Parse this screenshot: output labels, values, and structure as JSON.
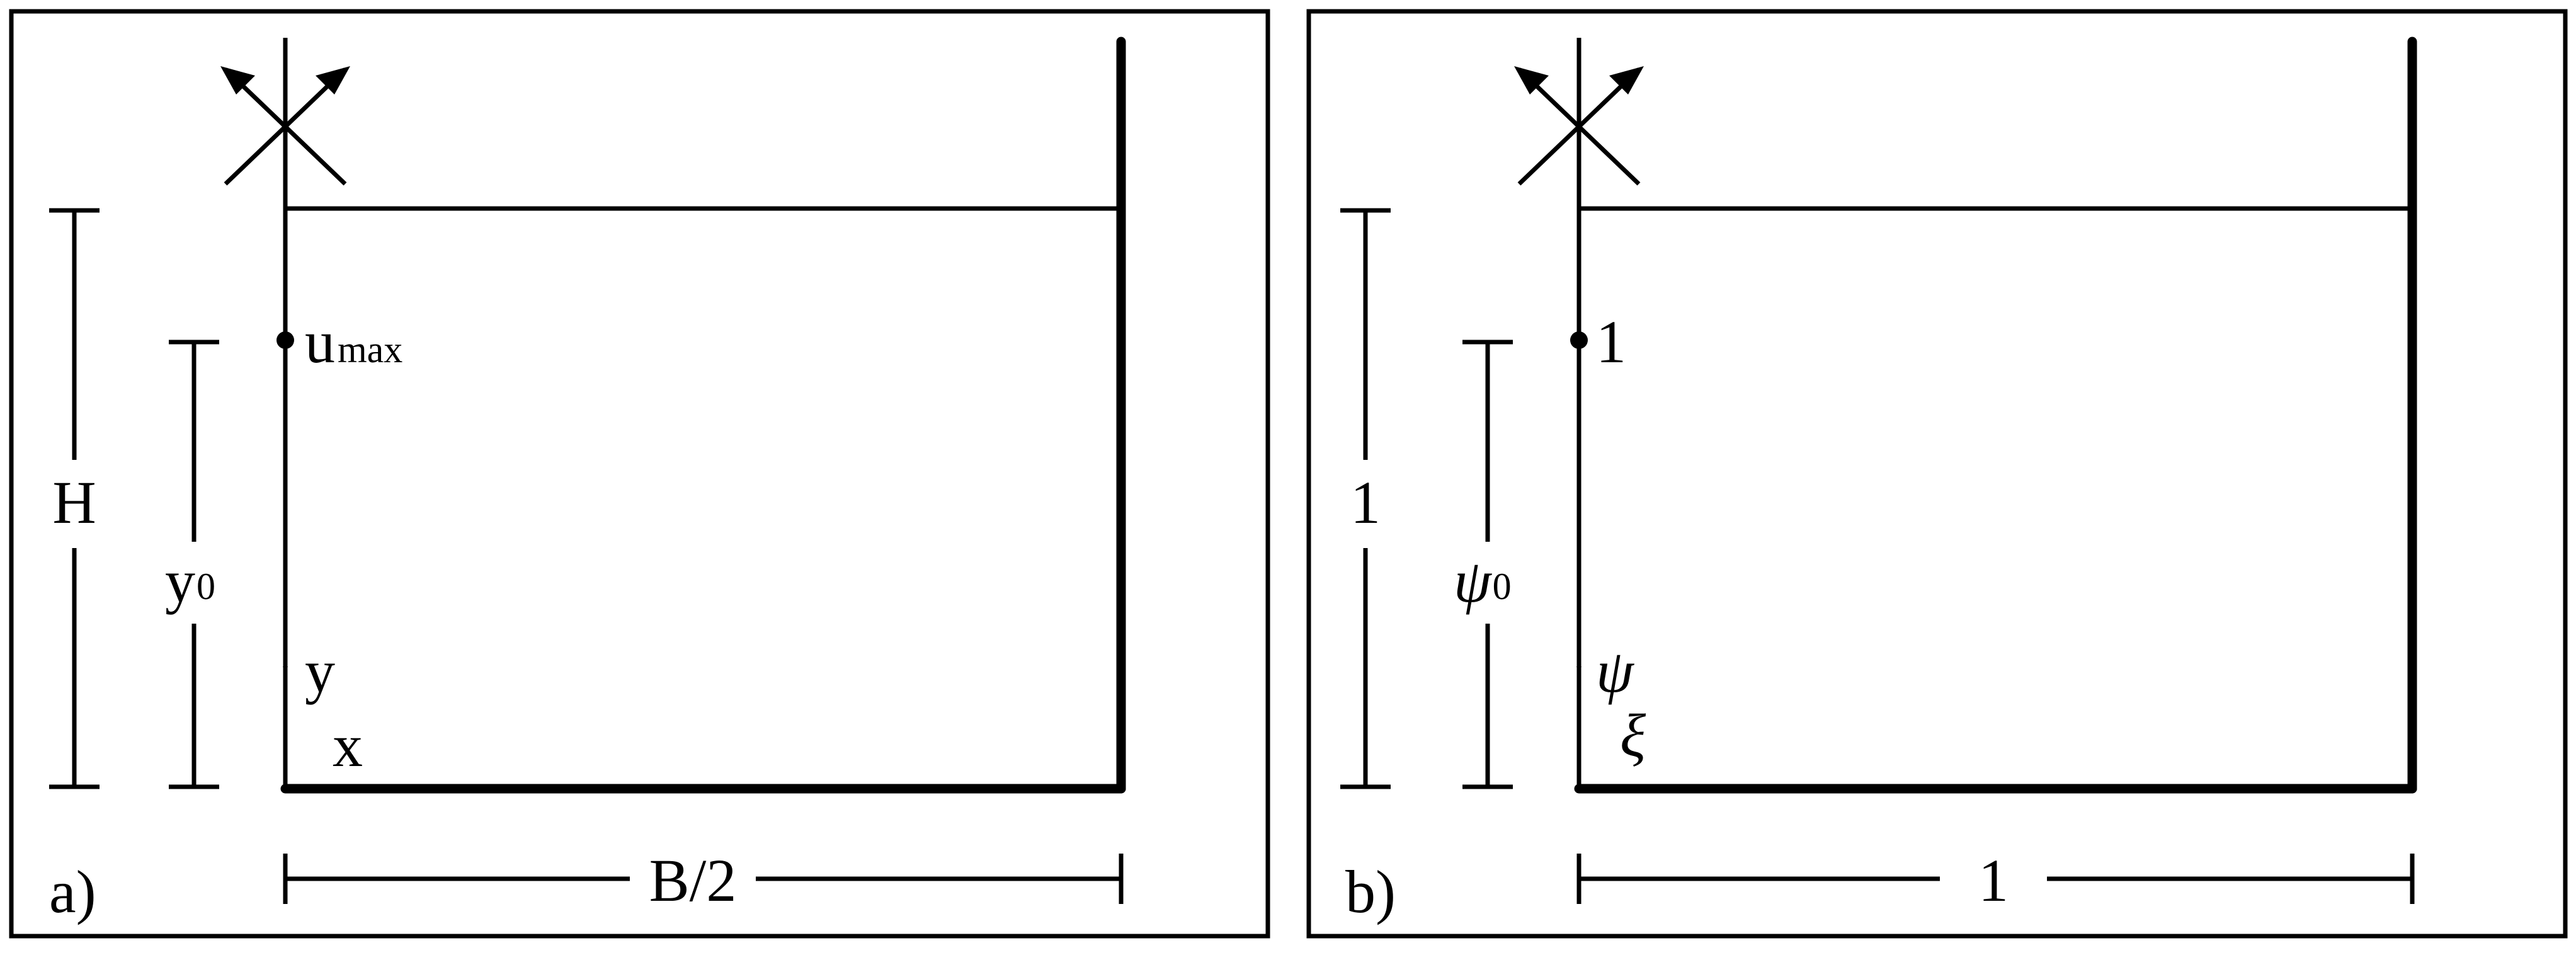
{
  "panels": [
    {
      "id": "a",
      "panel_label": "a)",
      "height_label": "H",
      "depth_label_main": "y",
      "depth_label_sub": "0",
      "point_label_main": "u",
      "point_label_sub": "max",
      "axis_vertical_label": "y",
      "axis_horizontal_label": "x",
      "width_label": "B/2"
    },
    {
      "id": "b",
      "panel_label": "b)",
      "height_label": "1",
      "depth_label_main": "ψ",
      "depth_label_sub": "0",
      "point_label_main": "1",
      "axis_vertical_label": "ψ",
      "axis_horizontal_label": "ξ",
      "width_label": "1"
    }
  ]
}
